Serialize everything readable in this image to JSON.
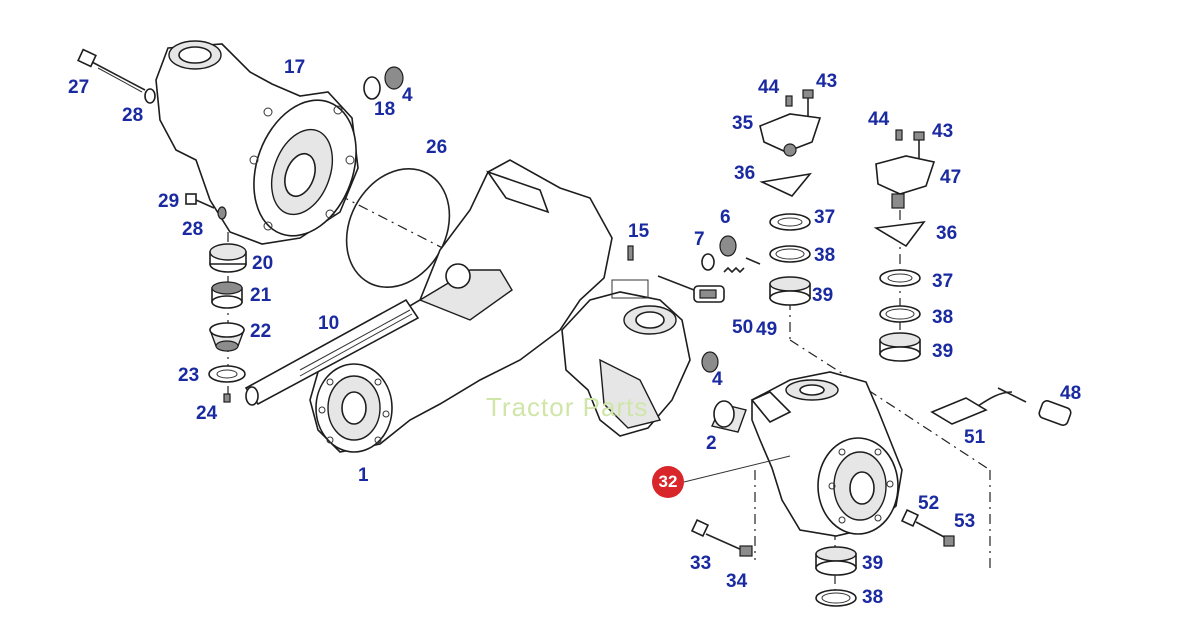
{
  "watermark": "Tractor Parts",
  "highlighted_part": "32",
  "callouts": {
    "c27": "27",
    "c28a": "28",
    "c17": "17",
    "c4a": "4",
    "c18": "18",
    "c26": "26",
    "c29": "29",
    "c28b": "28",
    "c20": "20",
    "c21": "21",
    "c22": "22",
    "c10": "10",
    "c23": "23",
    "c24": "24",
    "c1": "1",
    "c15": "15",
    "c7": "7",
    "c6": "6",
    "c50": "50",
    "c49": "49",
    "c4b": "4",
    "c2": "2",
    "c44a": "44",
    "c43a": "43",
    "c35": "35",
    "c36a": "36",
    "c37a": "37",
    "c38a": "38",
    "c39a": "39",
    "c44b": "44",
    "c43b": "43",
    "c47": "47",
    "c36b": "36",
    "c37b": "37",
    "c38b": "38",
    "c39b": "39",
    "c48": "48",
    "c51": "51",
    "c52": "52",
    "c53": "53",
    "c33": "33",
    "c34": "34",
    "c39c": "39",
    "c38c": "38"
  },
  "colors": {
    "callout_text": "#1a2aa0",
    "badge_fill": "#d8262a",
    "watermark": "#cfe6a8",
    "line": "#1d1d1d"
  }
}
